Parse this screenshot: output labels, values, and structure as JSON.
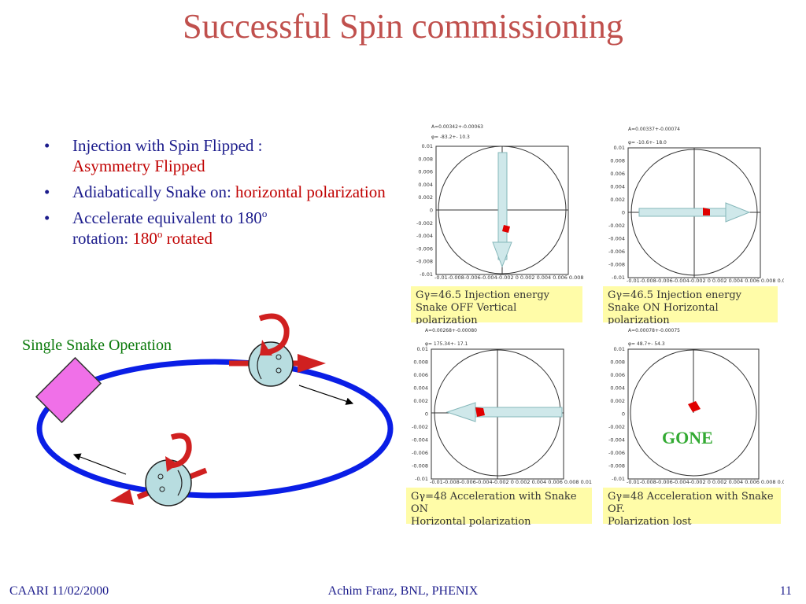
{
  "title": "Successful Spin commissioning",
  "bullets": [
    {
      "text": "Injection with Spin Flipped :",
      "highlight": "Asymmetry Flipped"
    },
    {
      "text": "Adiabatically Snake on:",
      "highlight": "horizontal polarization"
    },
    {
      "text": "Accelerate equivalent to 180",
      "sup": "o",
      "text2": "rotation:",
      "highlight": "180",
      "highlight_sup": "o",
      "highlight_tail": "rotated"
    }
  ],
  "diagram": {
    "label": "Single Snake Operation"
  },
  "panels": [
    {
      "fit_a": "A=0.00342+-0.00063",
      "fit_phi": "φ= -83.2+- 10.3",
      "caption1": "Gγ=46.5 Injection energy",
      "caption2": "Snake OFF Vertical polarization"
    },
    {
      "fit_a": "A=0.00337+-0.00074",
      "fit_phi": "φ= -10.6+- 18.0",
      "caption1": "Gγ=46.5 Injection energy",
      "caption2": "Snake ON Horizontal polarization"
    },
    {
      "fit_a": "A=0.00268+-0.00080",
      "fit_phi": "φ= 175.34+- 17.1",
      "caption1": "Gγ=48 Acceleration with Snake ON",
      "caption2": "Horizontal polarization"
    },
    {
      "fit_a": "A=0.00078+-0.00075",
      "fit_phi": "φ= 48.7+- 54.3",
      "caption1": "Gγ=48 Acceleration with Snake OF.",
      "caption2": "Polarization lost",
      "overlay": "GONE"
    }
  ],
  "axis_ticks_y": [
    "0.01",
    "0.008",
    "0.006",
    "0.004",
    "0.002",
    "0",
    "-0.002",
    "-0.004",
    "-0.006",
    "-0.008",
    "-0.01"
  ],
  "axis_ticks_x_text": "-0.01-0.008-0.006-0.004-0.002 0 0.002 0.004 0.006 0.008 0.01",
  "footer": {
    "left": "CAARI 11/02/2000",
    "center": "Achim Franz, BNL, PHENIX",
    "right": "11"
  },
  "colors": {
    "title": "#c0504d",
    "bullet_text": "#1c1c8c",
    "highlight": "#c00000",
    "ring": "#0a1ee6",
    "caption_bg": "#fffca8",
    "gone": "#33aa33"
  }
}
